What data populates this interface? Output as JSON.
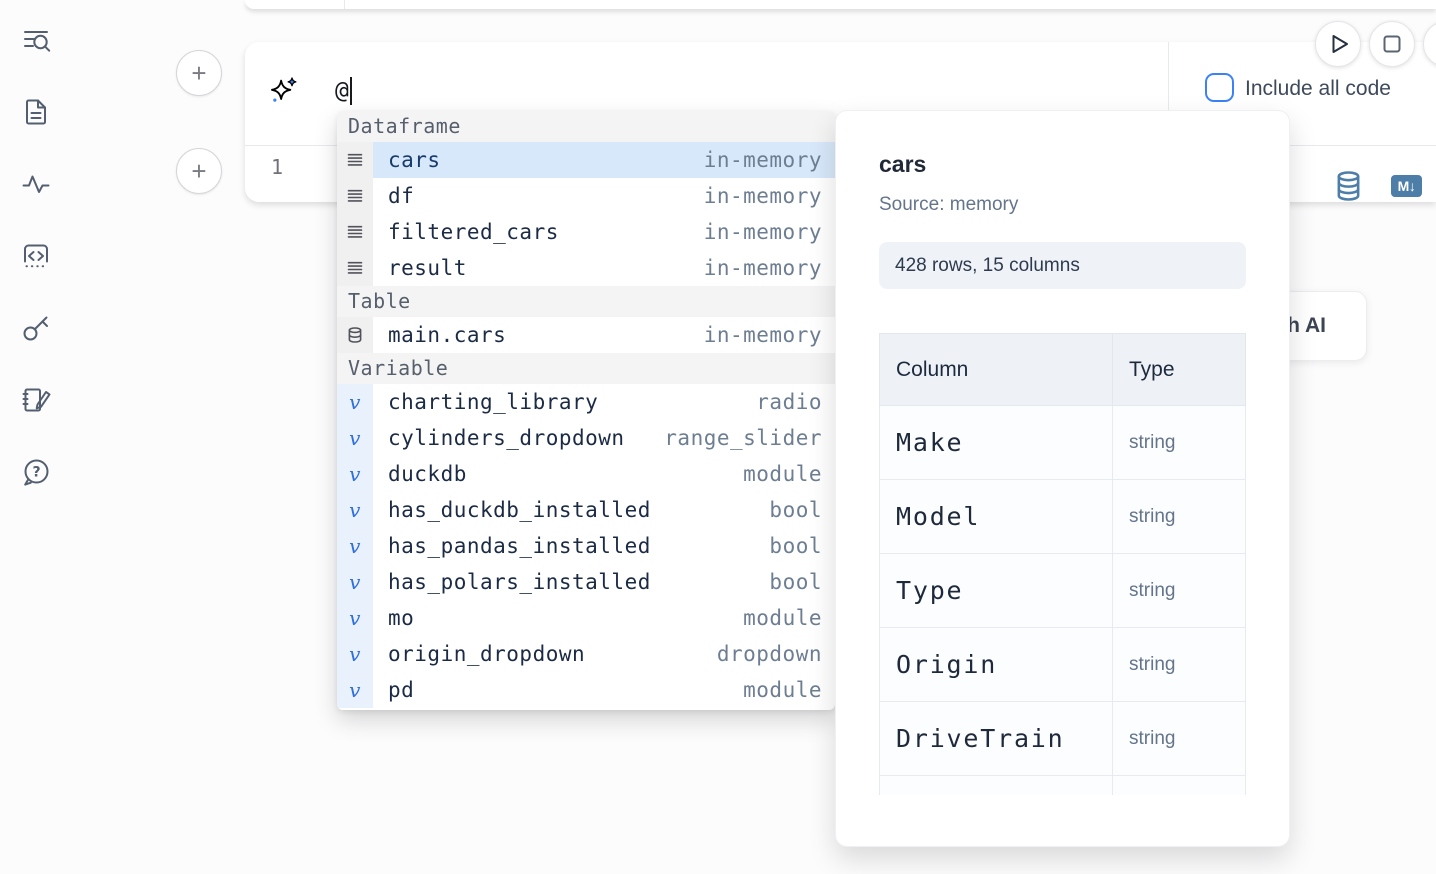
{
  "sidebar": {
    "icons": [
      {
        "name": "search-list-icon"
      },
      {
        "name": "document-icon"
      },
      {
        "name": "activity-icon"
      },
      {
        "name": "code-box-icon"
      },
      {
        "name": "key-icon"
      },
      {
        "name": "scratchpad-icon"
      },
      {
        "name": "help-icon"
      }
    ]
  },
  "cell_toolbar": {
    "run_icon": "play-icon",
    "stop_icon": "stop-icon"
  },
  "prompt": {
    "icon": "sparkle-icon",
    "value": "@"
  },
  "options": {
    "include_all_code_label": "Include all code",
    "include_all_code_checked": false
  },
  "editor": {
    "line_number": "1",
    "database_icon": "database-icon",
    "markdown_badge": "M↓"
  },
  "generate_button": {
    "label": "Generate with AI"
  },
  "completion": {
    "sections": [
      {
        "title": "Dataframe",
        "items": [
          {
            "icon": "dataframe-icon",
            "name": "cars",
            "type": "in-memory",
            "selected": true
          },
          {
            "icon": "dataframe-icon",
            "name": "df",
            "type": "in-memory"
          },
          {
            "icon": "dataframe-icon",
            "name": "filtered_cars",
            "type": "in-memory"
          },
          {
            "icon": "dataframe-icon",
            "name": "result",
            "type": "in-memory"
          }
        ]
      },
      {
        "title": "Table",
        "items": [
          {
            "icon": "table-icon",
            "name": "main.cars",
            "type": "in-memory"
          }
        ]
      },
      {
        "title": "Variable",
        "items": [
          {
            "icon": "variable-icon",
            "name": "charting_library",
            "type": "radio"
          },
          {
            "icon": "variable-icon",
            "name": "cylinders_dropdown",
            "type": "range_slider"
          },
          {
            "icon": "variable-icon",
            "name": "duckdb",
            "type": "module"
          },
          {
            "icon": "variable-icon",
            "name": "has_duckdb_installed",
            "type": "bool"
          },
          {
            "icon": "variable-icon",
            "name": "has_pandas_installed",
            "type": "bool"
          },
          {
            "icon": "variable-icon",
            "name": "has_polars_installed",
            "type": "bool"
          },
          {
            "icon": "variable-icon",
            "name": "mo",
            "type": "module"
          },
          {
            "icon": "variable-icon",
            "name": "origin_dropdown",
            "type": "dropdown"
          },
          {
            "icon": "variable-icon",
            "name": "pd",
            "type": "module"
          }
        ]
      }
    ]
  },
  "preview": {
    "title": "cars",
    "source_label": "Source: memory",
    "shape_badge": "428 rows, 15 columns",
    "table": {
      "headers": [
        "Column",
        "Type"
      ],
      "rows": [
        [
          "Make",
          "string"
        ],
        [
          "Model",
          "string"
        ],
        [
          "Type",
          "string"
        ],
        [
          "Origin",
          "string"
        ],
        [
          "DriveTrain",
          "string"
        ],
        [
          "",
          ""
        ]
      ]
    }
  },
  "colors": {
    "accent": "#3b82f6",
    "steel_blue": "#4d7ea8",
    "selection_bg": "#d7e8fa",
    "variable_icon_color": "#2f6fdb"
  }
}
